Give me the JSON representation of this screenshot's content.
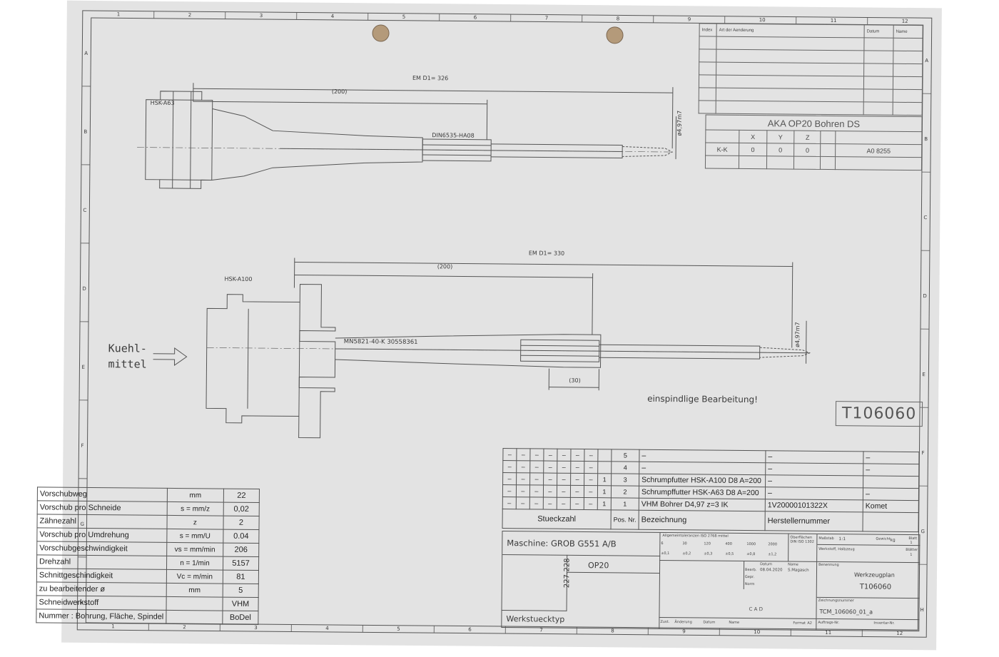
{
  "drawing": {
    "tool_id": "T106060",
    "note_coolant_1": "Kuehl-",
    "note_coolant_2": "mittel",
    "note_spindle": "einspindlige Bearbeitung!",
    "upper": {
      "holder": "HSK-A63",
      "dim_total": "EM D1= 326",
      "dim_200": "(200)",
      "chuck": "DIN6535-HA08",
      "diameter": "ø4,97m7"
    },
    "lower": {
      "holder": "HSK-A100",
      "dim_total": "EM D1= 330",
      "dim_200": "(200)",
      "dim_30": "(30)",
      "chuck": "MN5821-40-K 30558361",
      "diameter": "ø4,97m7"
    }
  },
  "revision_block": {
    "header_index": "Index",
    "header_art": "Art der Aenderung",
    "header_datum": "Datum",
    "header_name": "Name",
    "title": "AKA OP20 Bohren DS",
    "cols": [
      "X",
      "Y",
      "Z"
    ],
    "row_label": "K-K",
    "values": [
      "0",
      "0",
      "0"
    ],
    "ref": "A0 8255"
  },
  "params": [
    {
      "label": "Vorschubweg",
      "unit": "mm",
      "value": "22"
    },
    {
      "label": "Vorschub pro Schneide",
      "unit": "s = mm/z",
      "value": "0,02"
    },
    {
      "label": "Zähnezahl",
      "unit": "z",
      "value": "2"
    },
    {
      "label": "Vorschub pro Umdrehung",
      "unit": "s = mm/U",
      "value": "0.04"
    },
    {
      "label": "Vorschubgeschwindigkeit",
      "unit": "vs = mm/min",
      "value": "206"
    },
    {
      "label": "Drehzahl",
      "unit": "n = 1/min",
      "value": "5157"
    },
    {
      "label": "Schnittgeschindigkeit",
      "unit": "Vc = m/min",
      "value": "81"
    },
    {
      "label": "zu bearbeitender ø",
      "unit": "mm",
      "value": "5"
    },
    {
      "label": "Schneidwerkstoff",
      "unit": "",
      "value": "VHM"
    },
    {
      "label": "Nummer : Bohrung, Fläche, Spindel",
      "unit": "",
      "value": "BoDel"
    }
  ],
  "parts": [
    {
      "qty": "",
      "pos": "5",
      "desc": "–",
      "mfr_no": "–",
      "mfr": "–"
    },
    {
      "qty": "",
      "pos": "4",
      "desc": "–",
      "mfr_no": "–",
      "mfr": "–"
    },
    {
      "qty": "1",
      "pos": "3",
      "desc": "Schrumpfutter HSK-A100 D8 A=200",
      "mfr_no": "–",
      "mfr": ""
    },
    {
      "qty": "1",
      "pos": "2",
      "desc": "Schrumpffutter HSK-A63 D8 A=200",
      "mfr_no": "–",
      "mfr": "–"
    },
    {
      "qty": "1",
      "pos": "1",
      "desc": "VHM Bohrer D4,97 z=3 IK",
      "mfr_no": "1V20000101322X",
      "mfr": "Komet"
    }
  ],
  "parts_header": {
    "qty": "Stueckzahl",
    "pos": "Pos. Nr.",
    "desc": "Bezeichnung",
    "mfr_no": "Herstellernummer"
  },
  "title_block": {
    "machine": "Maschine: GROB G551 A/B",
    "op": "OP20",
    "workpiece_nos": "227-228",
    "workpiece_label": "Werkstuecktyp",
    "plan_label": "Werkzeugplan",
    "plan_no": "T106060",
    "drawing_no_label": "Zeichnungsnummer",
    "drawing_no": "TCM_106060_01_a",
    "date": "08.04.2020",
    "name": "S.Magasch",
    "scale_label": "Maßstab",
    "scale": "1:1",
    "weight_label": "Gewicht",
    "weight_unit": "kg",
    "sheet_label": "Blatt",
    "sheet_no": "1",
    "sheets_label": "Blätter",
    "sheets": "1",
    "material_label": "Werkstoff, Halbzeug",
    "designation_label": "Benennung",
    "changes_label": "Änderung",
    "date_label": "Datum",
    "name_label": "Name",
    "status_label": "Zust.",
    "order_label": "Auftrags-Nr.",
    "inventory_label": "Inventar-Nr.",
    "format_label": "Format",
    "format": "A2",
    "tol_header": "Allgemeintoleranzen ISO 2768 mittel",
    "oberflaeche": "Oberflächen DIN ISO 1302",
    "bearb_label": "Bearb.",
    "gepr_label": "Gepr.",
    "norm_label": "Norm",
    "tol_vals": [
      "±0,1",
      "±0,2",
      "±0,3",
      "±0,5",
      "±0,8",
      "±1,2"
    ],
    "tol_ranges": [
      "6",
      "30",
      "120",
      "400",
      "1000",
      "2000"
    ],
    "cad": "C A D"
  },
  "grid": {
    "cols": [
      "1",
      "2",
      "3",
      "4",
      "5",
      "6",
      "7",
      "8",
      "9",
      "10",
      "11",
      "12"
    ],
    "rows_left": [
      "A",
      "B",
      "C",
      "D",
      "E",
      "F",
      "G",
      "H"
    ]
  },
  "colors": {
    "paper": "#e3e3e3",
    "line": "#555555",
    "hole": "#b49a7a"
  }
}
